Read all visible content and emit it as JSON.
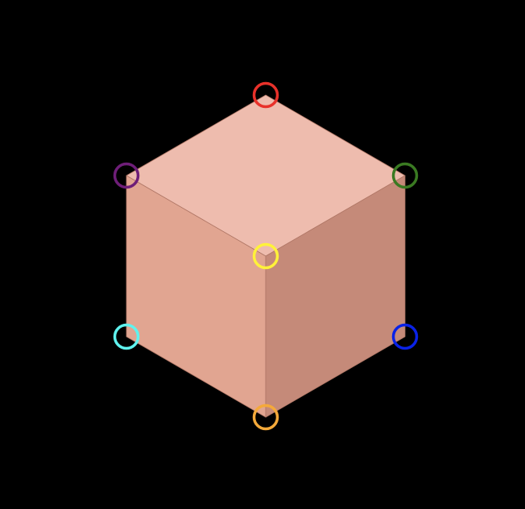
{
  "scene": {
    "background": "#000000",
    "cube": {
      "faces": {
        "top": "#EEBCAE",
        "left": "#E1A591",
        "right": "#C58A79"
      },
      "edge_color": "#B07766"
    },
    "markers": [
      {
        "id": "top",
        "color": "#E8312A"
      },
      {
        "id": "upper-left",
        "color": "#6E1E78"
      },
      {
        "id": "upper-right",
        "color": "#3A7A22"
      },
      {
        "id": "center",
        "color": "#FFF23A"
      },
      {
        "id": "lower-left",
        "color": "#5FF2EE"
      },
      {
        "id": "lower-right",
        "color": "#0A22E6"
      },
      {
        "id": "bottom",
        "color": "#F4A93A"
      }
    ]
  }
}
